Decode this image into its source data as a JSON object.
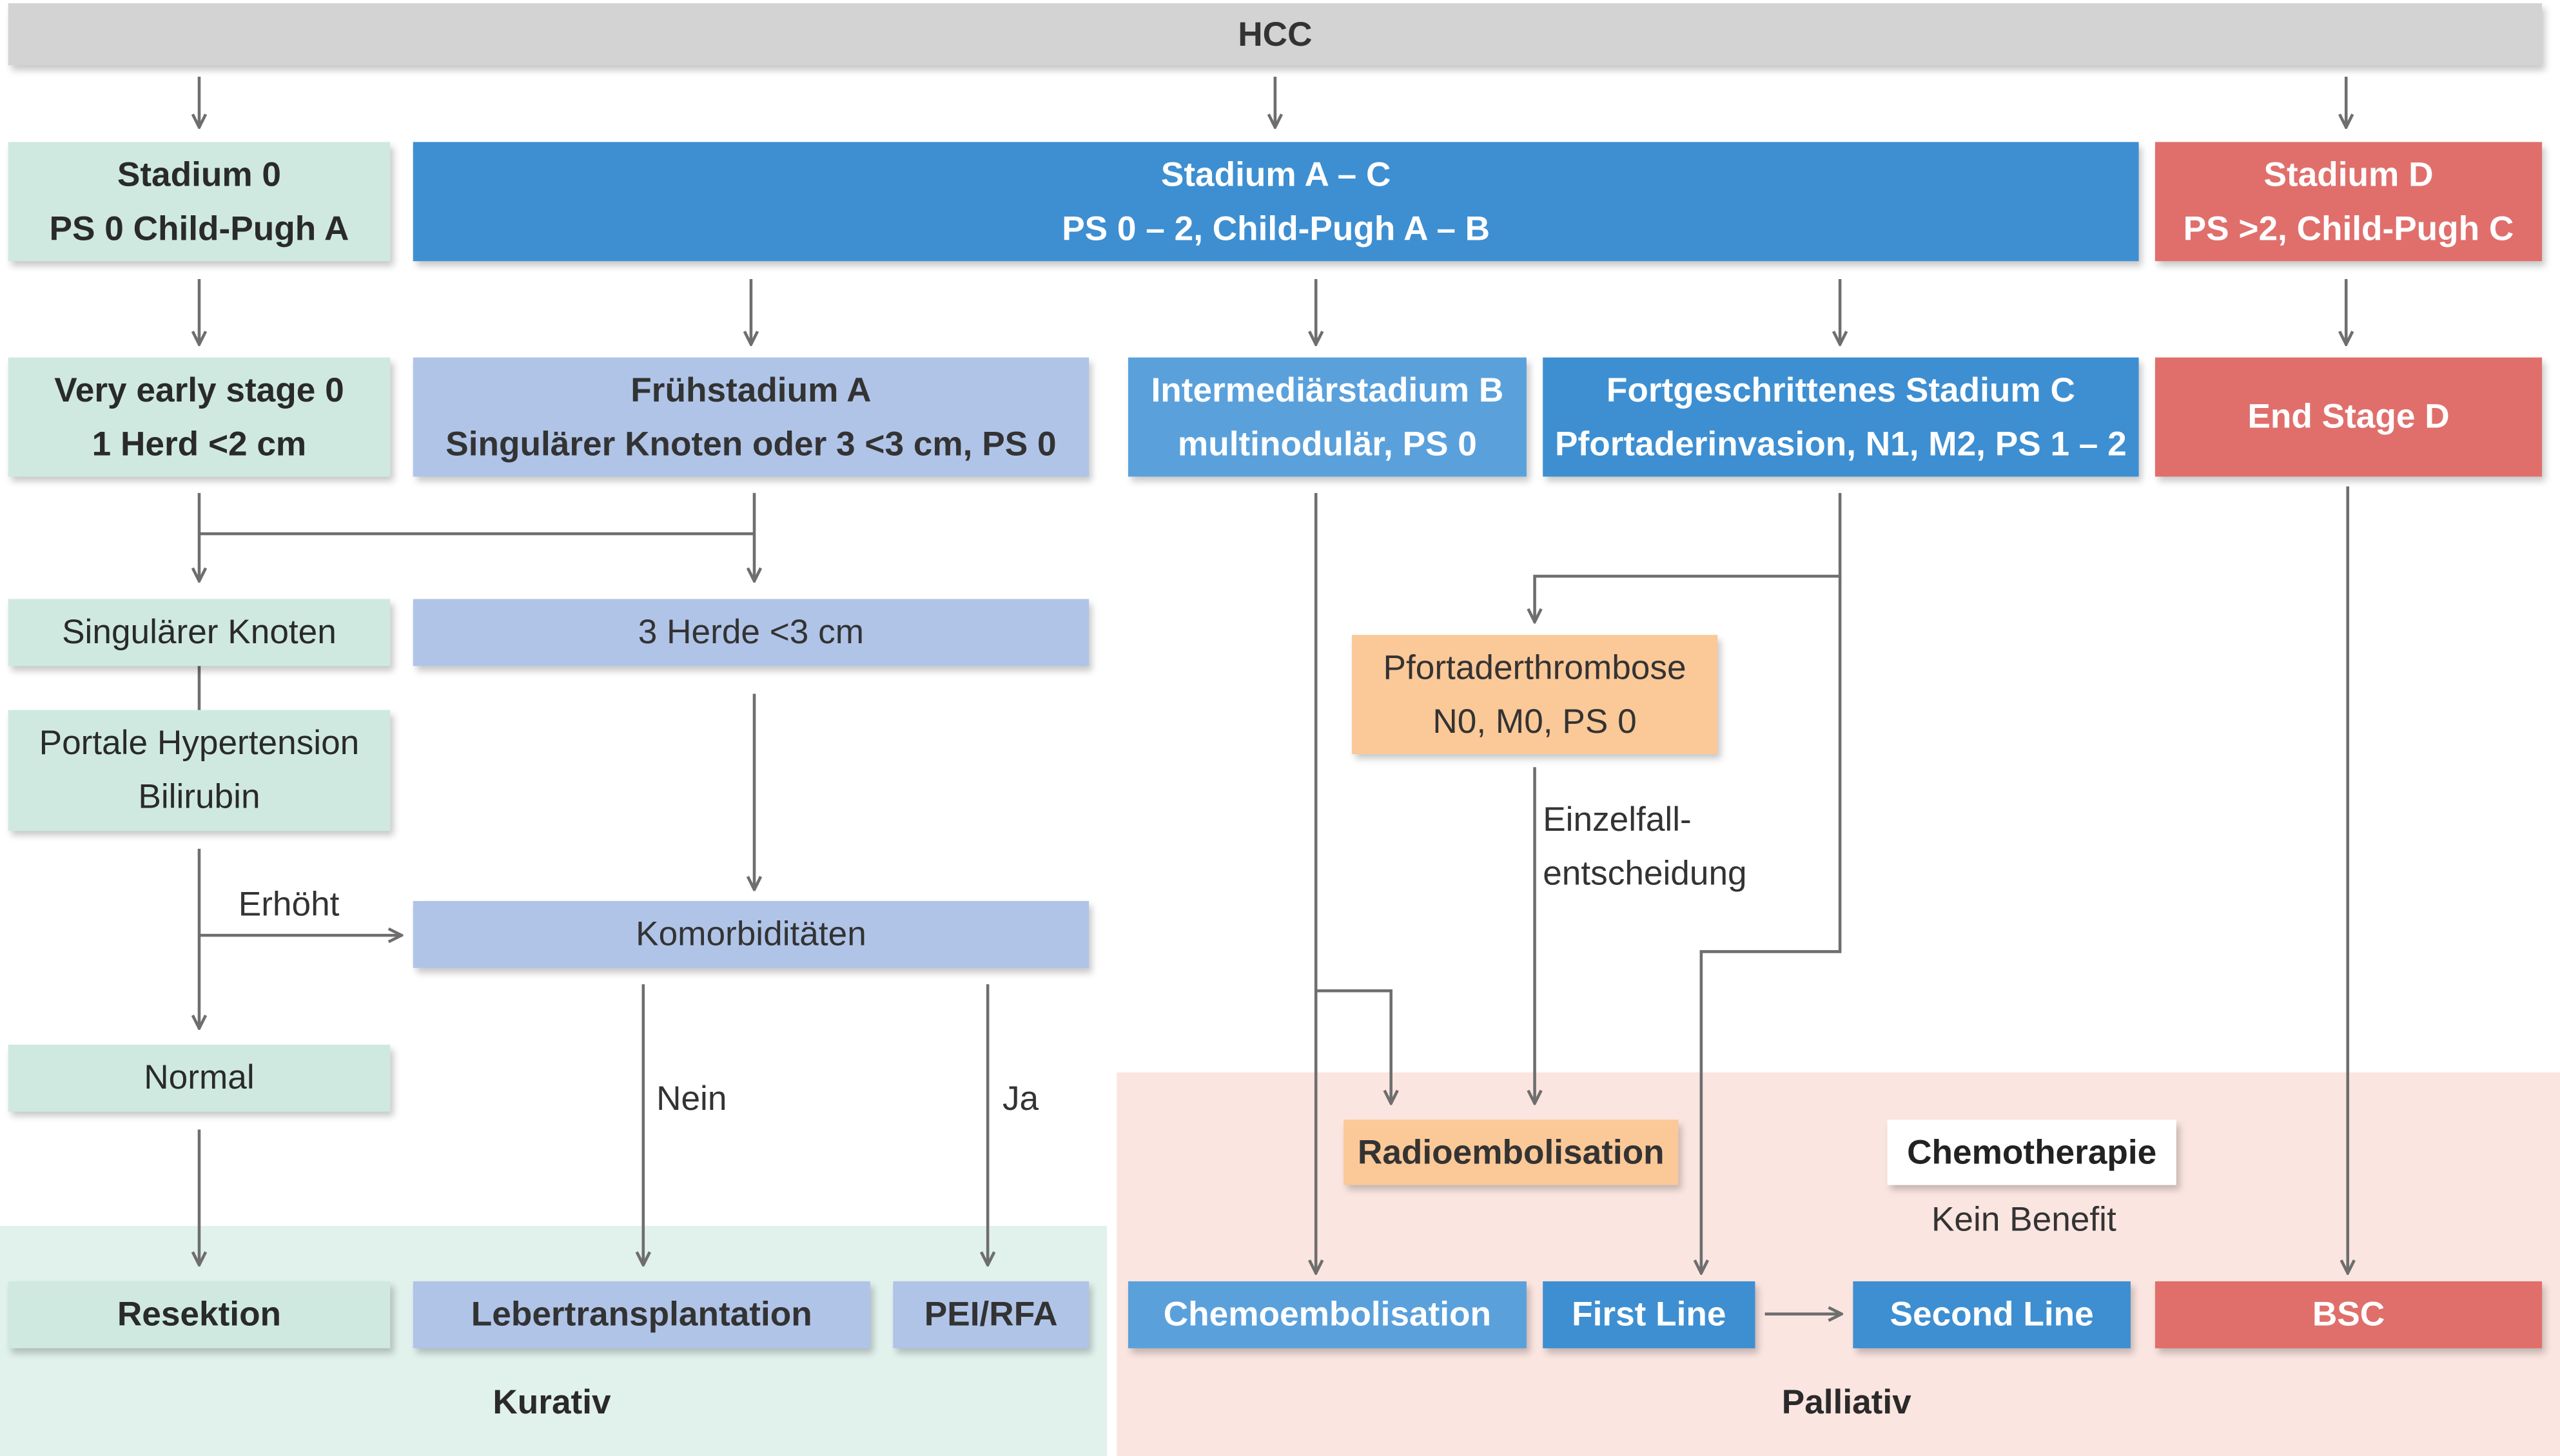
{
  "root": "HCC",
  "stages": {
    "stage0": {
      "line1": "Stadium 0",
      "line2": "PS 0 Child-Pugh A"
    },
    "stageAC": {
      "line1": "Stadium A – C",
      "line2": "PS 0 – 2,  Child-Pugh A – B"
    },
    "stageD": {
      "line1": "Stadium D",
      "line2": "PS >2,  Child-Pugh C"
    }
  },
  "substages": {
    "veryEarly": {
      "line1": "Very early stage 0",
      "line2": "1 Herd <2 cm"
    },
    "early": {
      "line1": "Frühstadium A",
      "line2": "Singulärer Knoten oder 3 <3 cm, PS 0"
    },
    "intermediate": {
      "line1": "Intermediärstadium B",
      "line2": "multinodulär, PS 0"
    },
    "advanced": {
      "line1": "Fortgeschrittenes Stadium C",
      "line2": "Pfortaderinvasion, N1, M2, PS 1 – 2"
    },
    "endStage": {
      "line1": "End Stage D"
    }
  },
  "criteria": {
    "singular": "Singulärer Knoten",
    "threeFoci": "3 Herde <3 cm",
    "portal": {
      "line1": "Portale Hypertension",
      "line2": "Bilirubin"
    },
    "comorbid": "Komorbiditäten",
    "normal": "Normal",
    "thrombosis": {
      "line1": "Pfortaderthrombose",
      "line2": "N0, M0, PS 0"
    }
  },
  "treatments": {
    "resection": "Resektion",
    "transplant": "Lebertransplantation",
    "pei": "PEI/RFA",
    "chemoembo": "Chemoembolisation",
    "firstLine": "First Line",
    "secondLine": "Second Line",
    "bsc": "BSC",
    "radioembo": "Radioembolisation",
    "chemo": "Chemotherapie"
  },
  "labels": {
    "elevated": "Erhöht",
    "no": "Nein",
    "yes": "Ja",
    "caseDecision1": "Einzelfall-",
    "caseDecision2": "entscheidung",
    "noBenefit": "Kein Benefit"
  },
  "zones": {
    "curative": "Kurativ",
    "palliative": "Palliativ"
  },
  "colors": {
    "curativeZone": "#e1f1ec",
    "palliativeZone": "#fbe5e0",
    "connector": "#6e6e6e"
  }
}
